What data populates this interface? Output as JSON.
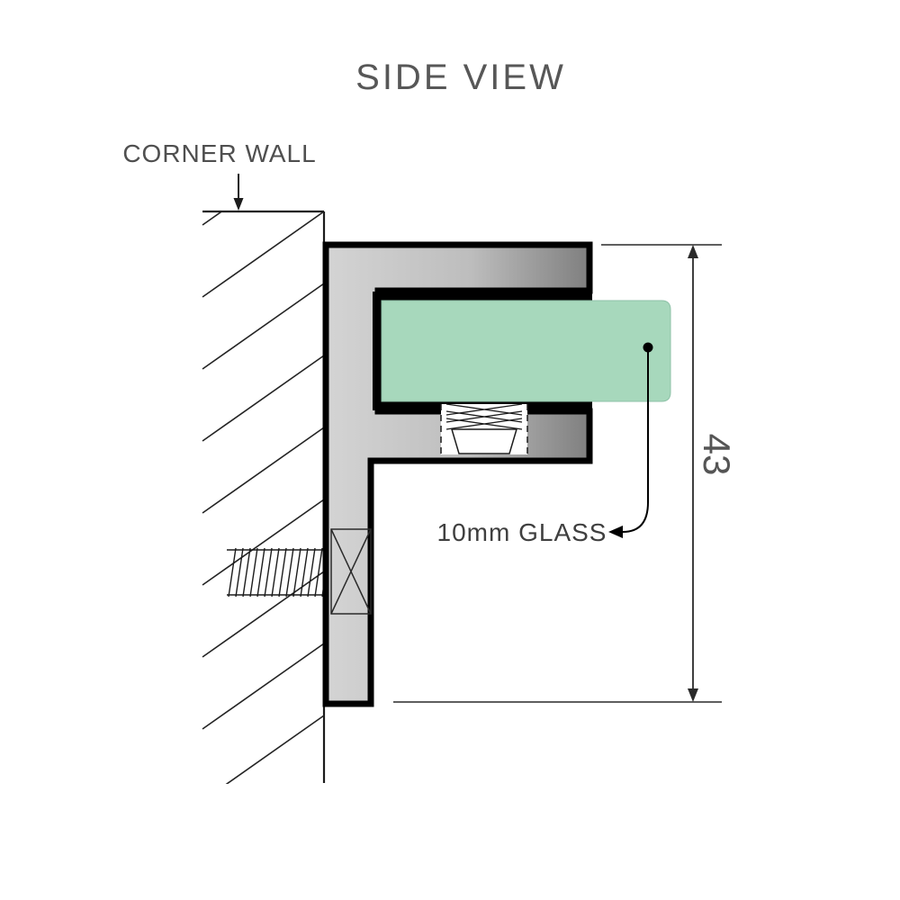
{
  "title": "SIDE VIEW",
  "labels": {
    "corner_wall": "CORNER WALL",
    "glass_callout": "10mm GLASS",
    "dimension_43": "43"
  },
  "colors": {
    "glass": "#a7d8bc",
    "metal_light": "#d4d4d4",
    "metal_mid": "#bdbdbd",
    "metal_dark": "#7f7f7f",
    "outline": "#000000",
    "text_gray": "#4f4f4f",
    "title_gray": "#575757"
  }
}
